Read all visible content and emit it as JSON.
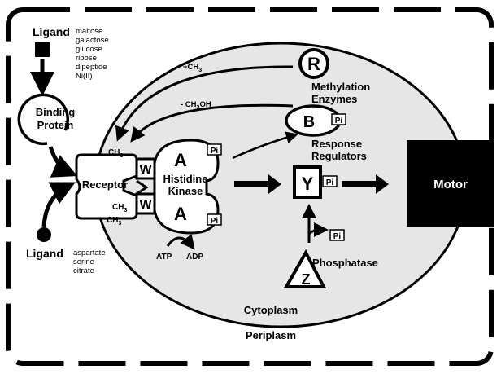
{
  "ligand_top": {
    "label": "Ligand",
    "items": [
      "maltose",
      "galactose",
      "glucose",
      "ribose",
      "dipeptide",
      "Ni(II)"
    ]
  },
  "binding_protein": {
    "line1": "Binding",
    "line2": "Protein"
  },
  "ligand_bottom": {
    "label": "Ligand",
    "items": [
      "aspartate",
      "serine",
      "citrate"
    ]
  },
  "receptor": {
    "label": "Receptor",
    "ch3": "CH",
    "ch3_sub": "3"
  },
  "adapter": {
    "letter": "W"
  },
  "histidine_kinase": {
    "letter": "A",
    "line1": "Histidine",
    "line2": "Kinase"
  },
  "phosphate": {
    "label": "Pi"
  },
  "atp": "ATP",
  "adp": "ADP",
  "methylation": {
    "letter": "R",
    "line1": "Methylation",
    "line2": "Enzymes",
    "plus": "+CH",
    "plus_sub": "3",
    "minus": "- CH",
    "minus_sub": "3",
    "minus_tail": "OH"
  },
  "response_regulators": {
    "letter_b": "B",
    "letter_y": "Y",
    "line1": "Response",
    "line2": "Regulators"
  },
  "phosphatase": {
    "letter": "Z",
    "label": "Phosphatase"
  },
  "motor": "Motor",
  "cytoplasm": "Cytoplasm",
  "periplasm": "Periplasm"
}
